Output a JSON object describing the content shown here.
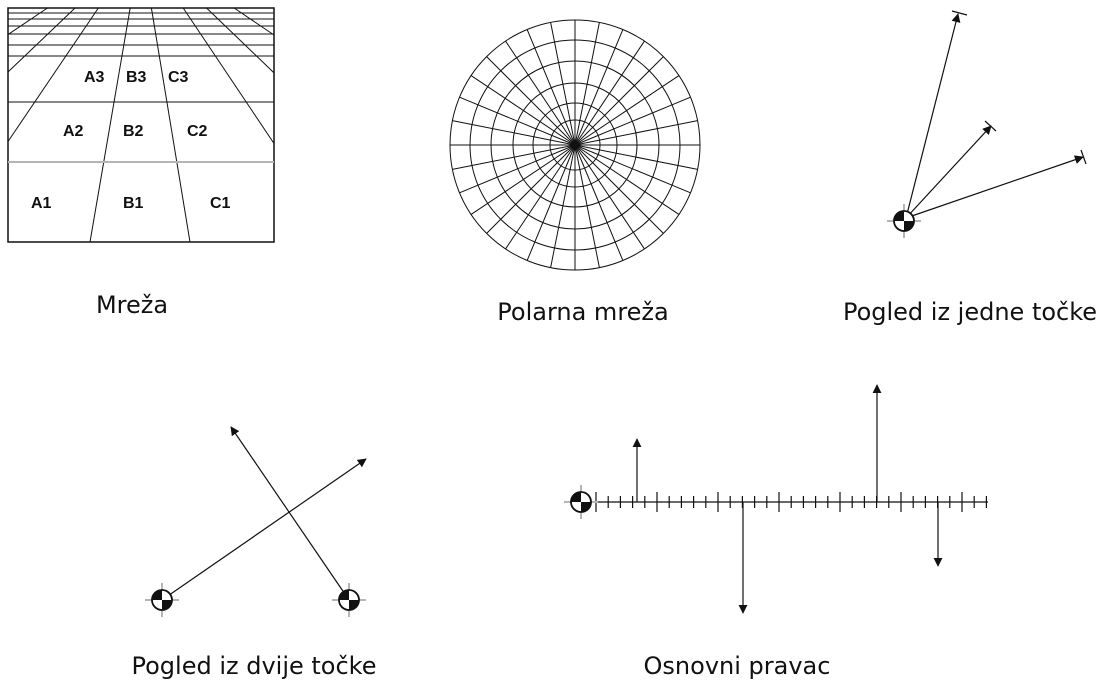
{
  "panels": {
    "grid": {
      "caption": "Mreža",
      "cells": [
        "A3",
        "B3",
        "C3",
        "A2",
        "B2",
        "C2",
        "A1",
        "B1",
        "C1"
      ]
    },
    "polar": {
      "caption": "Polarna mreža"
    },
    "one_point": {
      "caption": "Pogled iz jedne točke"
    },
    "two_points": {
      "caption": "Pogled iz dvije točke"
    },
    "base_line": {
      "caption": "Osnovni pravac"
    }
  },
  "colors": {
    "line": "#111111",
    "grey_line": "#b5b5b5"
  }
}
